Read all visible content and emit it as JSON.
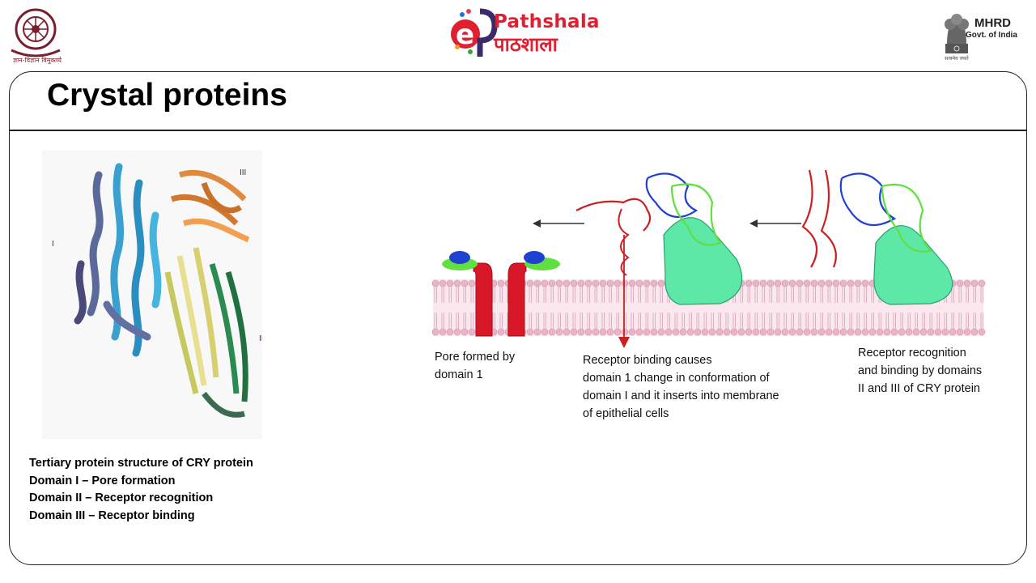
{
  "header": {
    "left_logo_text": "ज्ञान-विज्ञान विमुक्तये",
    "brand_en": "Pathshala",
    "brand_hi": "पाठशाला",
    "brand_prefix": "e",
    "mhrd": "MHRD",
    "govt": "Govt. of India",
    "emblem_motto": "सत्यमेव जयते"
  },
  "slide": {
    "title": "Crystal proteins",
    "structure_domain_labels": {
      "d1": "I",
      "d2": "II",
      "d3": "III"
    },
    "left_caption": [
      "Tertiary protein  structure of CRY protein",
      "Domain  I – Pore formation",
      "Domain  II – Receptor  recognition",
      "Domain  III – Receptor  binding"
    ],
    "mechanism_labels": {
      "pore": [
        "Pore  formed  by",
        "domain  1"
      ],
      "binding": [
        "Receptor  binding  causes",
        "domain  1 change  in  conformation   of",
        "domain  I and it  inserts  into  membrane",
        "of  epithelial  cells"
      ],
      "recognition": [
        "Receptor  recognition",
        "and binding  by domains",
        "II and III of CRY protein"
      ]
    }
  },
  "colors": {
    "accent_red": "#e02030",
    "membrane": "#e8b4c8",
    "receptor": "#5ee8a8",
    "domain1": "#cc2020",
    "domain2": "#2040d0",
    "domain3": "#60e040"
  }
}
